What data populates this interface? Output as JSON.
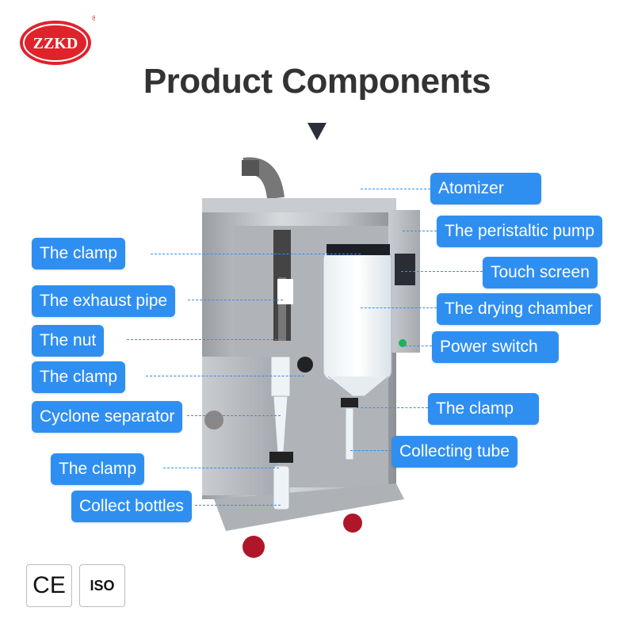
{
  "logo": {
    "text": "ZZKD",
    "registered": "®",
    "color": "#e0222b"
  },
  "title": "Product Components",
  "labels": {
    "atomizer": "Atomizer",
    "peristaltic_pump": "The peristaltic pump",
    "clamp_top": "The clamp",
    "touch_screen": "Touch screen",
    "exhaust_pipe": "The exhaust pipe",
    "drying_chamber": "The drying chamber",
    "nut": "The nut",
    "power_switch": "Power switch",
    "clamp_mid": "The clamp",
    "clamp_right": "The clamp",
    "cyclone": "Cyclone separator",
    "collecting_tube": "Collecting tube",
    "clamp_bottom": "The clamp",
    "collect_bottles": "Collect bottles"
  },
  "certs": {
    "ce": "CE",
    "iso": "ISO"
  },
  "colors": {
    "accent": "#2f8ff1",
    "brand": "#e0222b",
    "title": "#333333"
  }
}
